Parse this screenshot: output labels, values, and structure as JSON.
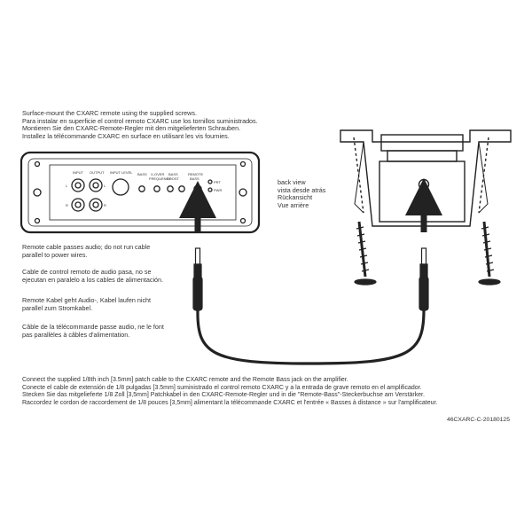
{
  "top_instructions": [
    "Surface-mount the CXARC remote using the supplied screws.",
    "Para instalar en superficie el control remoto CXARC use los tornillos suministrados.",
    "Montieren Sie den CXARC-Remote-Regler mit den mitgelieferten Schrauben.",
    "Installez la télécommande CXARC en surface en utilisant les vis fournies."
  ],
  "amp_panel": {
    "labels": [
      "INPUT",
      "OUTPUT",
      "INPUT LEVEL",
      "BASS",
      "X-OVER",
      "BASS",
      "REMOTE"
    ],
    "sublabels": [
      "FREQUENCY",
      "BOOST",
      "BASS"
    ],
    "channels": [
      "L",
      "R",
      "L",
      "R"
    ],
    "indicators": [
      "PRT",
      "PWR"
    ]
  },
  "back_view_labels": [
    "back view",
    "vista desde atrás",
    "Rückansicht",
    "Vue arrière"
  ],
  "cable_notes": [
    [
      "Remote cable passes audio; do not run cable",
      "parallel to power wires."
    ],
    [
      "Cable de control remoto de audio pasa, no se",
      "ejecutan en paralelo a los cables de alimentación."
    ],
    [
      "Remote Kabel geht Audio-, Kabel laufen nicht",
      "parallel zum Stromkabel."
    ],
    [
      "Câble de la télécommande passe audio, ne le font",
      "pas parallèles à câbles d'alimentation."
    ]
  ],
  "bottom_instructions": [
    "Connect the supplied 1/8th inch [3.5mm] patch cable to the CXARC remote and the Remote Bass jack on the amplifier.",
    "Conecte el cable de extensión de 1/8 pulgadas [3.5mm] suministrado el control remoto CXARC y a la entrada de grave remoto en el amplificador.",
    "Stecken Sie das mitgelieferte 1/8 Zoll [3,5mm] Patchkabel in den CXARC-Remote-Regler und in die \"Remote-Bass\"-Steckerbuchse am Verstärker.",
    "Raccordez le cordon de raccordement de 1/8 pouces [3,5mm] alimentant la télécommande CXARC et l'entrée « Basses à distance » sur l'amplificateur."
  ],
  "part_number": "46CXARC-C-20180125",
  "colors": {
    "line": "#222222",
    "text": "#333333",
    "background": "#ffffff"
  }
}
